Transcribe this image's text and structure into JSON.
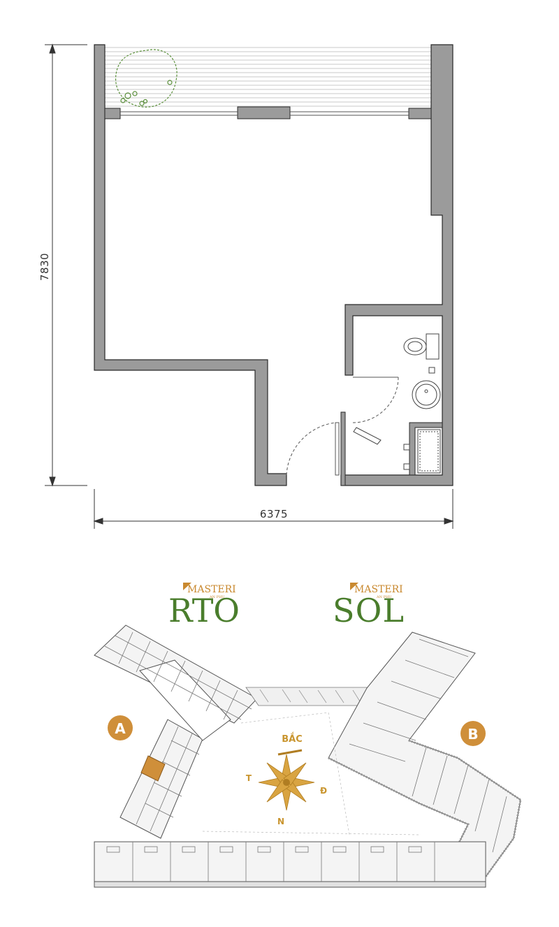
{
  "floorplan": {
    "dimension_height": "7830",
    "dimension_width": "6375"
  },
  "site_plan": {
    "tower_a": {
      "brand": "MASTERI",
      "brand_sub": "AN PHU",
      "name": "RTO",
      "label": "A"
    },
    "tower_b": {
      "brand": "MASTERI",
      "brand_sub": "AN PHU",
      "name": "SOL",
      "label": "B"
    },
    "compass": {
      "north": "BẮC",
      "south": "N",
      "east": "Đ",
      "west": "T"
    }
  },
  "colors": {
    "wall": "#9b9b9b",
    "wall_stroke": "#2a2a2a",
    "accent_orange": "#cf8f3a",
    "brand_green": "#4a7d2c",
    "compass_gold": "#c9952f"
  }
}
